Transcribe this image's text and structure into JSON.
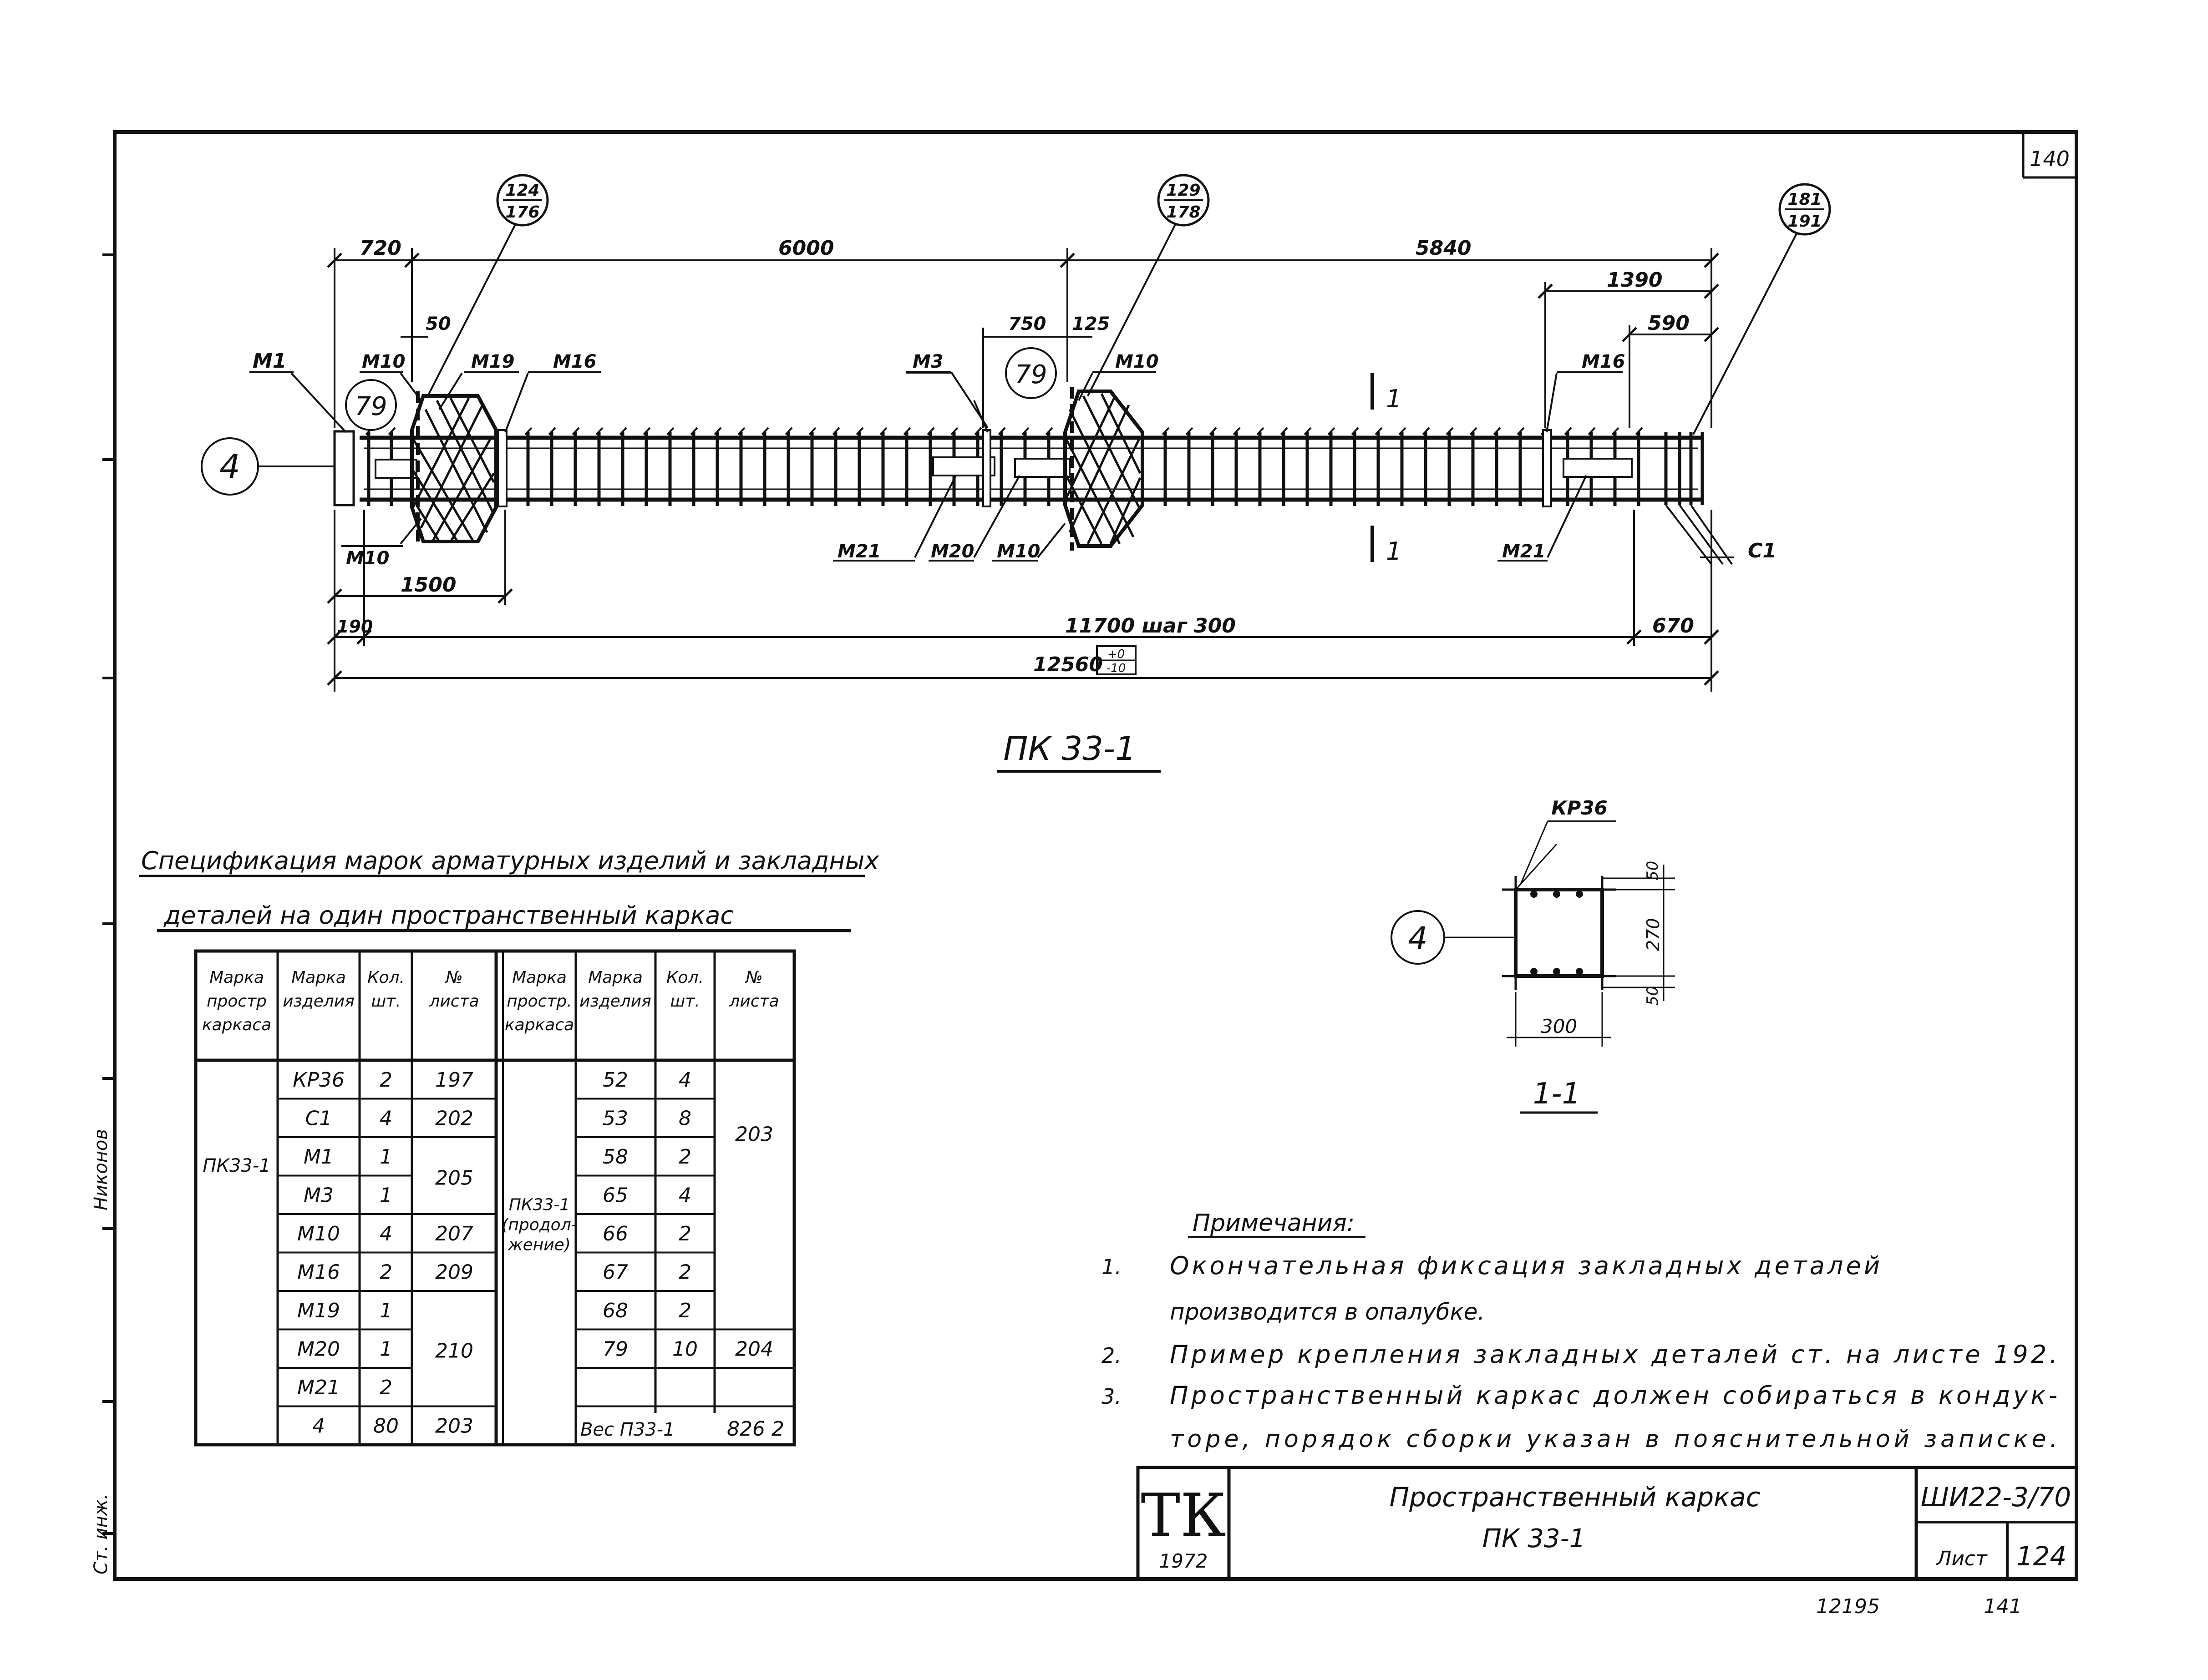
{
  "sheet": {
    "corner_number": "140",
    "bottom_left_number": "12195",
    "bottom_right_number": "141",
    "left_margin_texts": [
      "Ст. инж.",
      "Никонов"
    ]
  },
  "frame_view": {
    "title": "ПК 33-1",
    "dimensions": {
      "d720": "720",
      "d6000": "6000",
      "d5840": "5840",
      "d50": "50",
      "d750": "750",
      "d125": "125",
      "d1390": "1390",
      "d590": "590",
      "d1500": "1500",
      "d190": "190",
      "d11700": "11700  шаг 300",
      "d670": "670",
      "d12560": "12560",
      "tol_plus": "+0",
      "tol_minus": "-10"
    },
    "callouts": [
      {
        "top": "124",
        "bottom": "176"
      },
      {
        "top": "129",
        "bottom": "178"
      },
      {
        "top": "181",
        "bottom": "191"
      }
    ],
    "element_labels": {
      "m1": "М1",
      "m10_top_left": "М10",
      "m19": "М19",
      "m16_left": "М16",
      "m10_bottom_left": "М10",
      "m3": "М3",
      "m10_top_mid": "М10",
      "m21_mid": "М21",
      "m20": "М20",
      "m10_bottom_mid": "М10",
      "m16_right": "М16",
      "m21_right": "М21",
      "c1": "С1",
      "section_mark_top": "1",
      "section_mark_bottom": "1"
    },
    "circle_marks": {
      "pos4": "4",
      "pos79_left": "79",
      "pos79_mid": "79"
    }
  },
  "section_view": {
    "title": "1-1",
    "top_label": "КР36",
    "pos_mark": "4",
    "width": "300",
    "dims_vertical": [
      "50",
      "270",
      "50"
    ]
  },
  "spec": {
    "title_line1": "Спецификация марок арматурных изделий и закладных",
    "title_line2": "деталей на один пространственный каркас",
    "headers_left": [
      "Марка простр каркаса",
      "Марка изделия",
      "Кол. шт.",
      "№ листа"
    ],
    "headers_right": [
      "Марка простр. каркаса",
      "Марка изделия",
      "Кол. шт.",
      "№ листа"
    ],
    "left_frame_mark": "ПК33-1",
    "right_frame_mark": "ПК33-1 (продол- жение)",
    "left_rows": [
      {
        "mark": "КР36",
        "qty": "2",
        "sheet": "197"
      },
      {
        "mark": "С1",
        "qty": "4",
        "sheet": "202"
      },
      {
        "mark": "М1",
        "qty": "1",
        "sheet": ""
      },
      {
        "mark": "М3",
        "qty": "1",
        "sheet": ""
      },
      {
        "mark": "М10",
        "qty": "4",
        "sheet": "207"
      },
      {
        "mark": "М16",
        "qty": "2",
        "sheet": "209"
      },
      {
        "mark": "М19",
        "qty": "1",
        "sheet": ""
      },
      {
        "mark": "М20",
        "qty": "1",
        "sheet": ""
      },
      {
        "mark": "М21",
        "qty": "2",
        "sheet": ""
      },
      {
        "mark": "4",
        "qty": "80",
        "sheet": "203"
      }
    ],
    "left_merged_sheets": [
      {
        "text": "205"
      },
      {
        "text": "210"
      }
    ],
    "right_rows": [
      {
        "mark": "52",
        "qty": "4"
      },
      {
        "mark": "53",
        "qty": "8"
      },
      {
        "mark": "58",
        "qty": "2"
      },
      {
        "mark": "65",
        "qty": "4"
      },
      {
        "mark": "66",
        "qty": "2"
      },
      {
        "mark": "67",
        "qty": "2"
      },
      {
        "mark": "68",
        "qty": "2"
      },
      {
        "mark": "79",
        "qty": "10"
      },
      {
        "mark": "",
        "qty": ""
      }
    ],
    "right_merged_sheet": "203",
    "right_row79_sheet": "204",
    "weight_label": "Вес П33-1",
    "weight_value": "826 2"
  },
  "notes": {
    "heading": "Примечания:",
    "items": [
      {
        "num": "1.",
        "lines": [
          "Окончательная фиксация закладных деталей",
          "производится в опалубке."
        ]
      },
      {
        "num": "2.",
        "lines": [
          "Пример крепления закладных деталей ст. на листе 192."
        ]
      },
      {
        "num": "3.",
        "lines": [
          "Пространственный каркас должен собираться в кондук-",
          "торе, порядок сборки указан в пояснительной записке."
        ]
      }
    ]
  },
  "title_block": {
    "logo": "ТК",
    "year": "1972",
    "title_line1": "Пространственный каркас",
    "title_line2": "ПК 33-1",
    "series": "ШИ22-3/70",
    "sheet_label": "Лист",
    "sheet_no": "124"
  }
}
